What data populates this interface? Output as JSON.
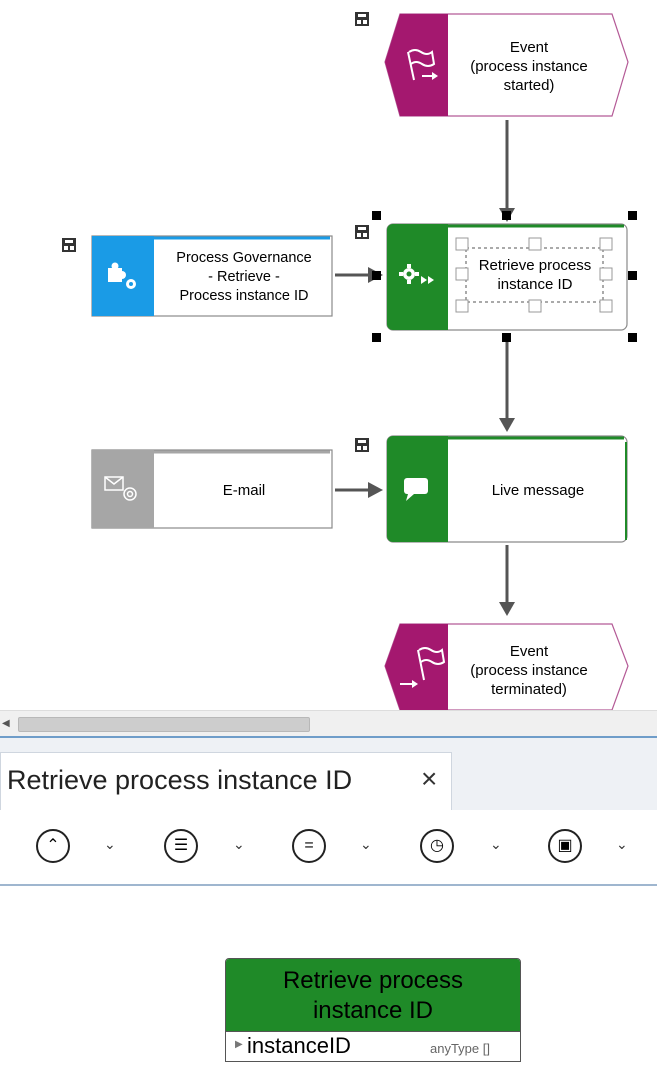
{
  "diagram": {
    "event_start": "Event\n(process instance\nstarted)",
    "function_retrieve": "Retrieve process\ninstance ID",
    "service_input": "Process Governance\n- Retrieve -\nProcess instance ID",
    "email_input": "E-mail",
    "function_live": "Live message",
    "event_end": "Event\n(process instance\nterminated)"
  },
  "editor": {
    "tab_title": "Retrieve process instance ID",
    "tab_close": "×",
    "toolbar": [
      {
        "icon": "up-circle-icon",
        "glyph": "⌃"
      },
      {
        "icon": "list-circle-icon",
        "glyph": "☰"
      },
      {
        "icon": "equals-circle-icon",
        "glyph": "="
      },
      {
        "icon": "clock-circle-icon",
        "glyph": "◷"
      },
      {
        "icon": "document-circle-icon",
        "glyph": "▣"
      }
    ],
    "toolbar_chevron": "⌄",
    "box": {
      "title": "Retrieve process\ninstance ID",
      "param_name": "instanceID",
      "param_type": "anyType []"
    }
  },
  "colors": {
    "event": "#a4186f",
    "function": "#1f8a28",
    "service": "#1a9be6",
    "email": "#a6a6a6"
  }
}
